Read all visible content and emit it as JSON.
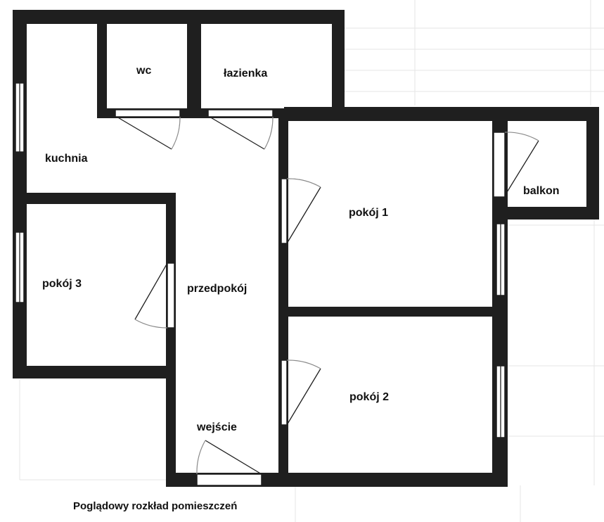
{
  "plan": {
    "caption": "Poglądowy rozkład pomieszczeń",
    "rooms": {
      "wc": "wc",
      "lazienka": "łazienka",
      "kuchnia": "kuchnia",
      "pokoj1": "pokój 1",
      "balkon": "balkon",
      "pokoj3": "pokój 3",
      "przedpokoj": "przedpokój",
      "pokoj2": "pokój 2",
      "wejscie": "wejście"
    }
  },
  "colors": {
    "wall": "#1f1f1f",
    "background": "#ffffff",
    "grid": "#e4e4e4"
  }
}
